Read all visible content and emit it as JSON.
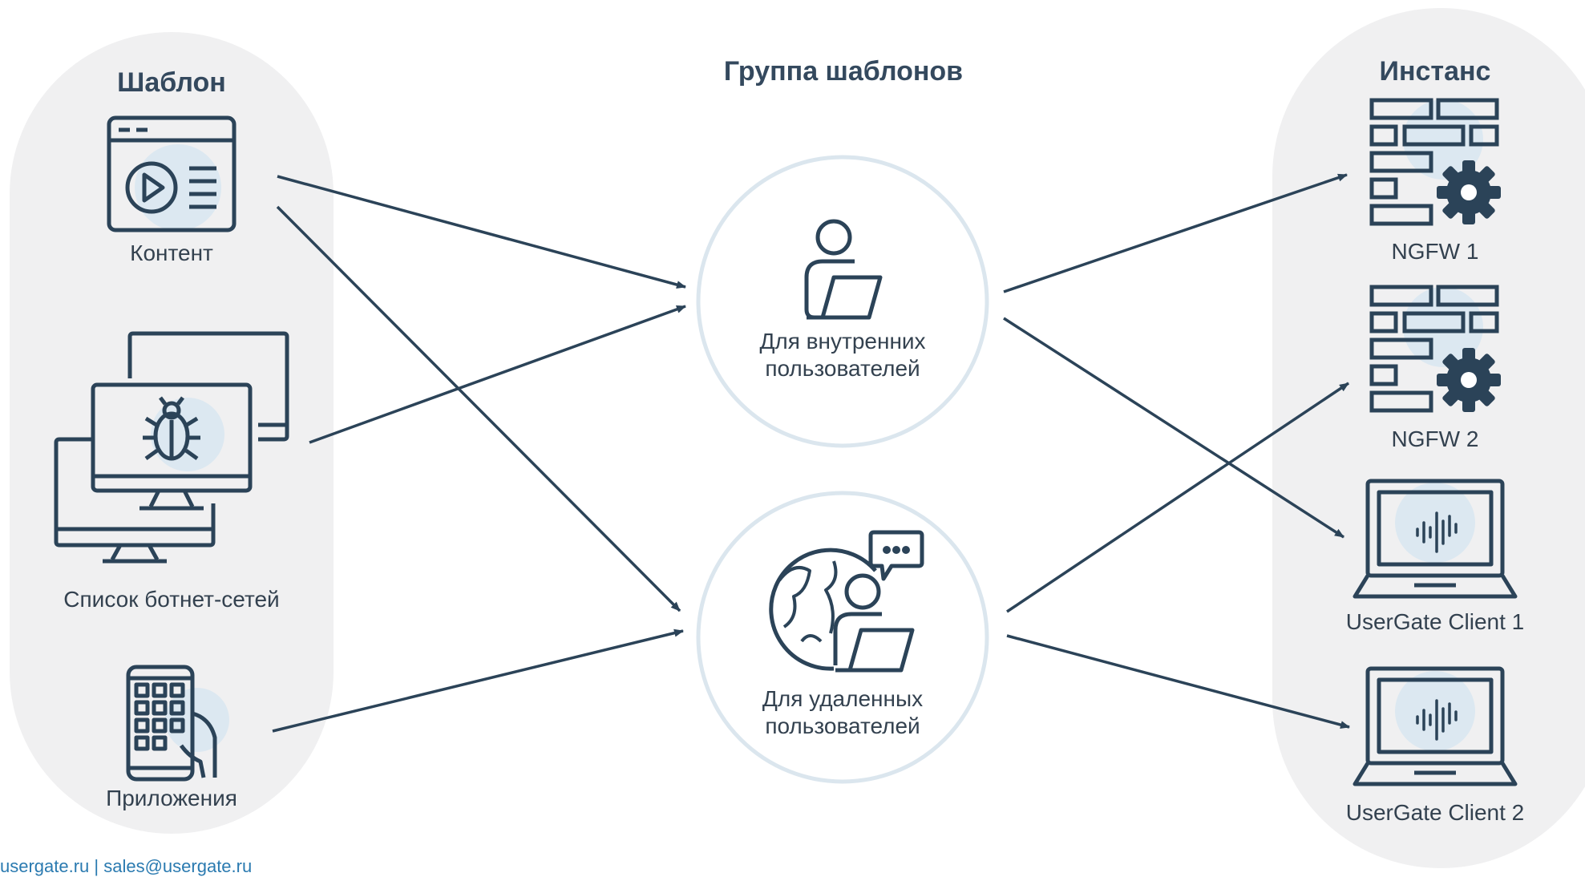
{
  "headings": {
    "template": "Шаблон",
    "template_group": "Группа шаблонов",
    "instance": "Инстанс"
  },
  "templates": [
    {
      "label": "Контент",
      "icon": "content-window-icon"
    },
    {
      "label": "Список ботнет-сетей",
      "icon": "botnet-monitors-icon"
    },
    {
      "label": "Приложения",
      "icon": "mobile-apps-icon"
    }
  ],
  "groups": [
    {
      "label_line1": "Для внутренних",
      "label_line2": "пользователей",
      "icon": "internal-user-laptop-icon"
    },
    {
      "label_line1": "Для удаленных",
      "label_line2": "пользователей",
      "icon": "remote-user-globe-icon"
    }
  ],
  "instances": [
    {
      "label": "NGFW 1",
      "icon": "firewall-gear-icon"
    },
    {
      "label": "NGFW 2",
      "icon": "firewall-gear-icon"
    },
    {
      "label": "UserGate Client 1",
      "icon": "laptop-client-icon"
    },
    {
      "label": "UserGate Client 2",
      "icon": "laptop-client-icon"
    }
  ],
  "footer": "usergate.ru | sales@usergate.ru",
  "colors": {
    "panel_bg": "#f0f0f1",
    "stroke": "#2b4358",
    "accent_circle": "#dce8f1",
    "ring": "#dbe6ee"
  }
}
